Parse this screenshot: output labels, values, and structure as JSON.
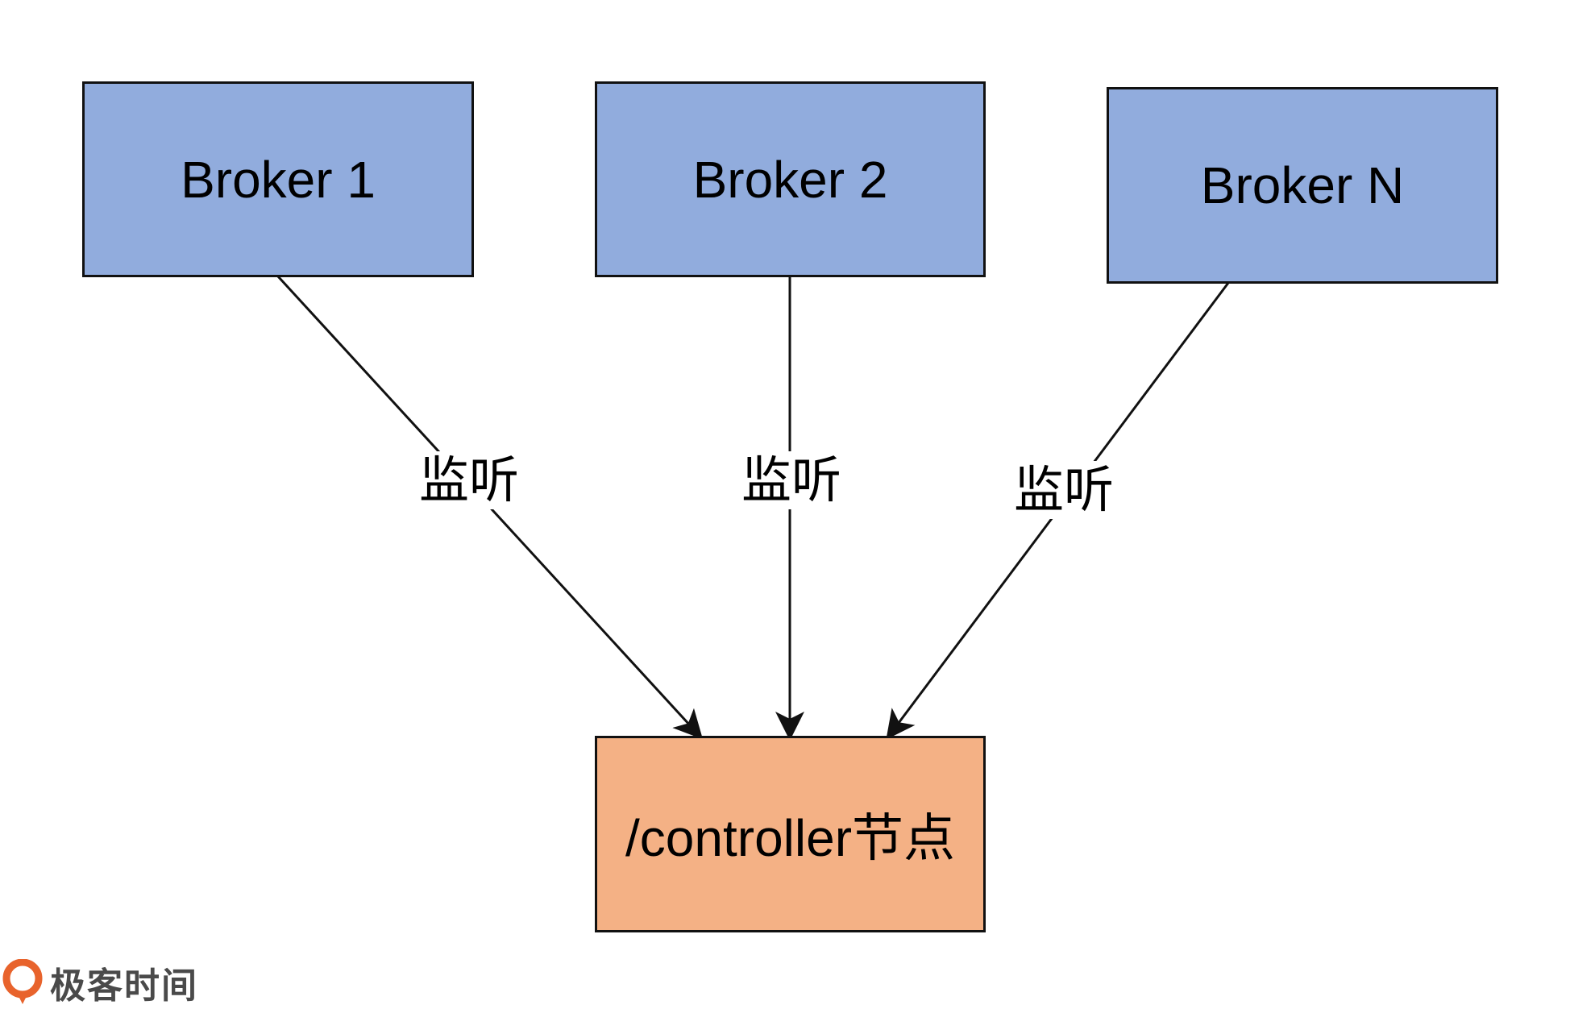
{
  "diagram": {
    "brokers": [
      {
        "label": "Broker 1"
      },
      {
        "label": "Broker 2"
      },
      {
        "label": "Broker N"
      }
    ],
    "target": {
      "label": "/controller节点"
    },
    "edges": [
      {
        "from": "Broker 1",
        "to": "/controller节点",
        "label": "监听"
      },
      {
        "from": "Broker 2",
        "to": "/controller节点",
        "label": "监听"
      },
      {
        "from": "Broker N",
        "to": "/controller节点",
        "label": "监听"
      }
    ]
  },
  "colors": {
    "broker_fill": "#91acdd",
    "controller_fill": "#f4b185",
    "stroke": "#111111",
    "logo_accent": "#e8632c"
  },
  "watermark": {
    "text": "极客时间",
    "icon": "geektime-logo-icon"
  }
}
